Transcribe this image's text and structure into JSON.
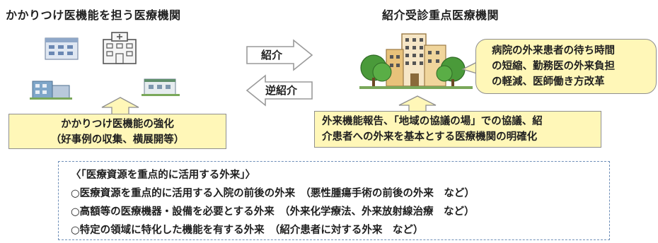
{
  "left_title": "かかりつけ医機能を担う医療機関",
  "right_title": "紹介受診重点医療機関",
  "arrows": {
    "referral": "紹介",
    "reverse_referral": "逆紹介"
  },
  "callout": {
    "line1": "病院の外来患者の待ち時間",
    "line2": "の短縮、勤務医の外来負担",
    "line3": "の軽減、医師働き方改革"
  },
  "left_box": {
    "line1": "かかりつけ医機能の強化",
    "line2": "（好事例の収集、横展開等）"
  },
  "right_box": {
    "line1": "外来機能報告、「地域の協議の場」での協議、紹",
    "line2": "介患者への外来を基本とする医療機関の明確化"
  },
  "bottom": {
    "heading": "〈「医療資源を重点的に活用する外来」〉",
    "items": [
      "○医療資源を重点的に活用する入院の前後の外来　（悪性腫瘍手術の前後の外来　など）",
      "○高額等の医療機器・設備を必要とする外来　（外来化学療法、外来放射線治療　など）",
      "○特定の領域に特化した機能を有する外来　（紹介患者に対する外来　など）"
    ]
  },
  "colors": {
    "box_fill": "#fff7b8",
    "arrow_fill": "#ffffff",
    "dash_blue": "#6f8fb8",
    "tree_green": "#4a9a3a",
    "building_orange": "#e8a53a"
  },
  "icons": [
    "clinic-building-icon",
    "hospital-building-icon",
    "town-buildings-icon",
    "large-hospital-with-trees-icon",
    "up-arrow-icon",
    "right-arrow-icon",
    "left-arrow-icon"
  ]
}
